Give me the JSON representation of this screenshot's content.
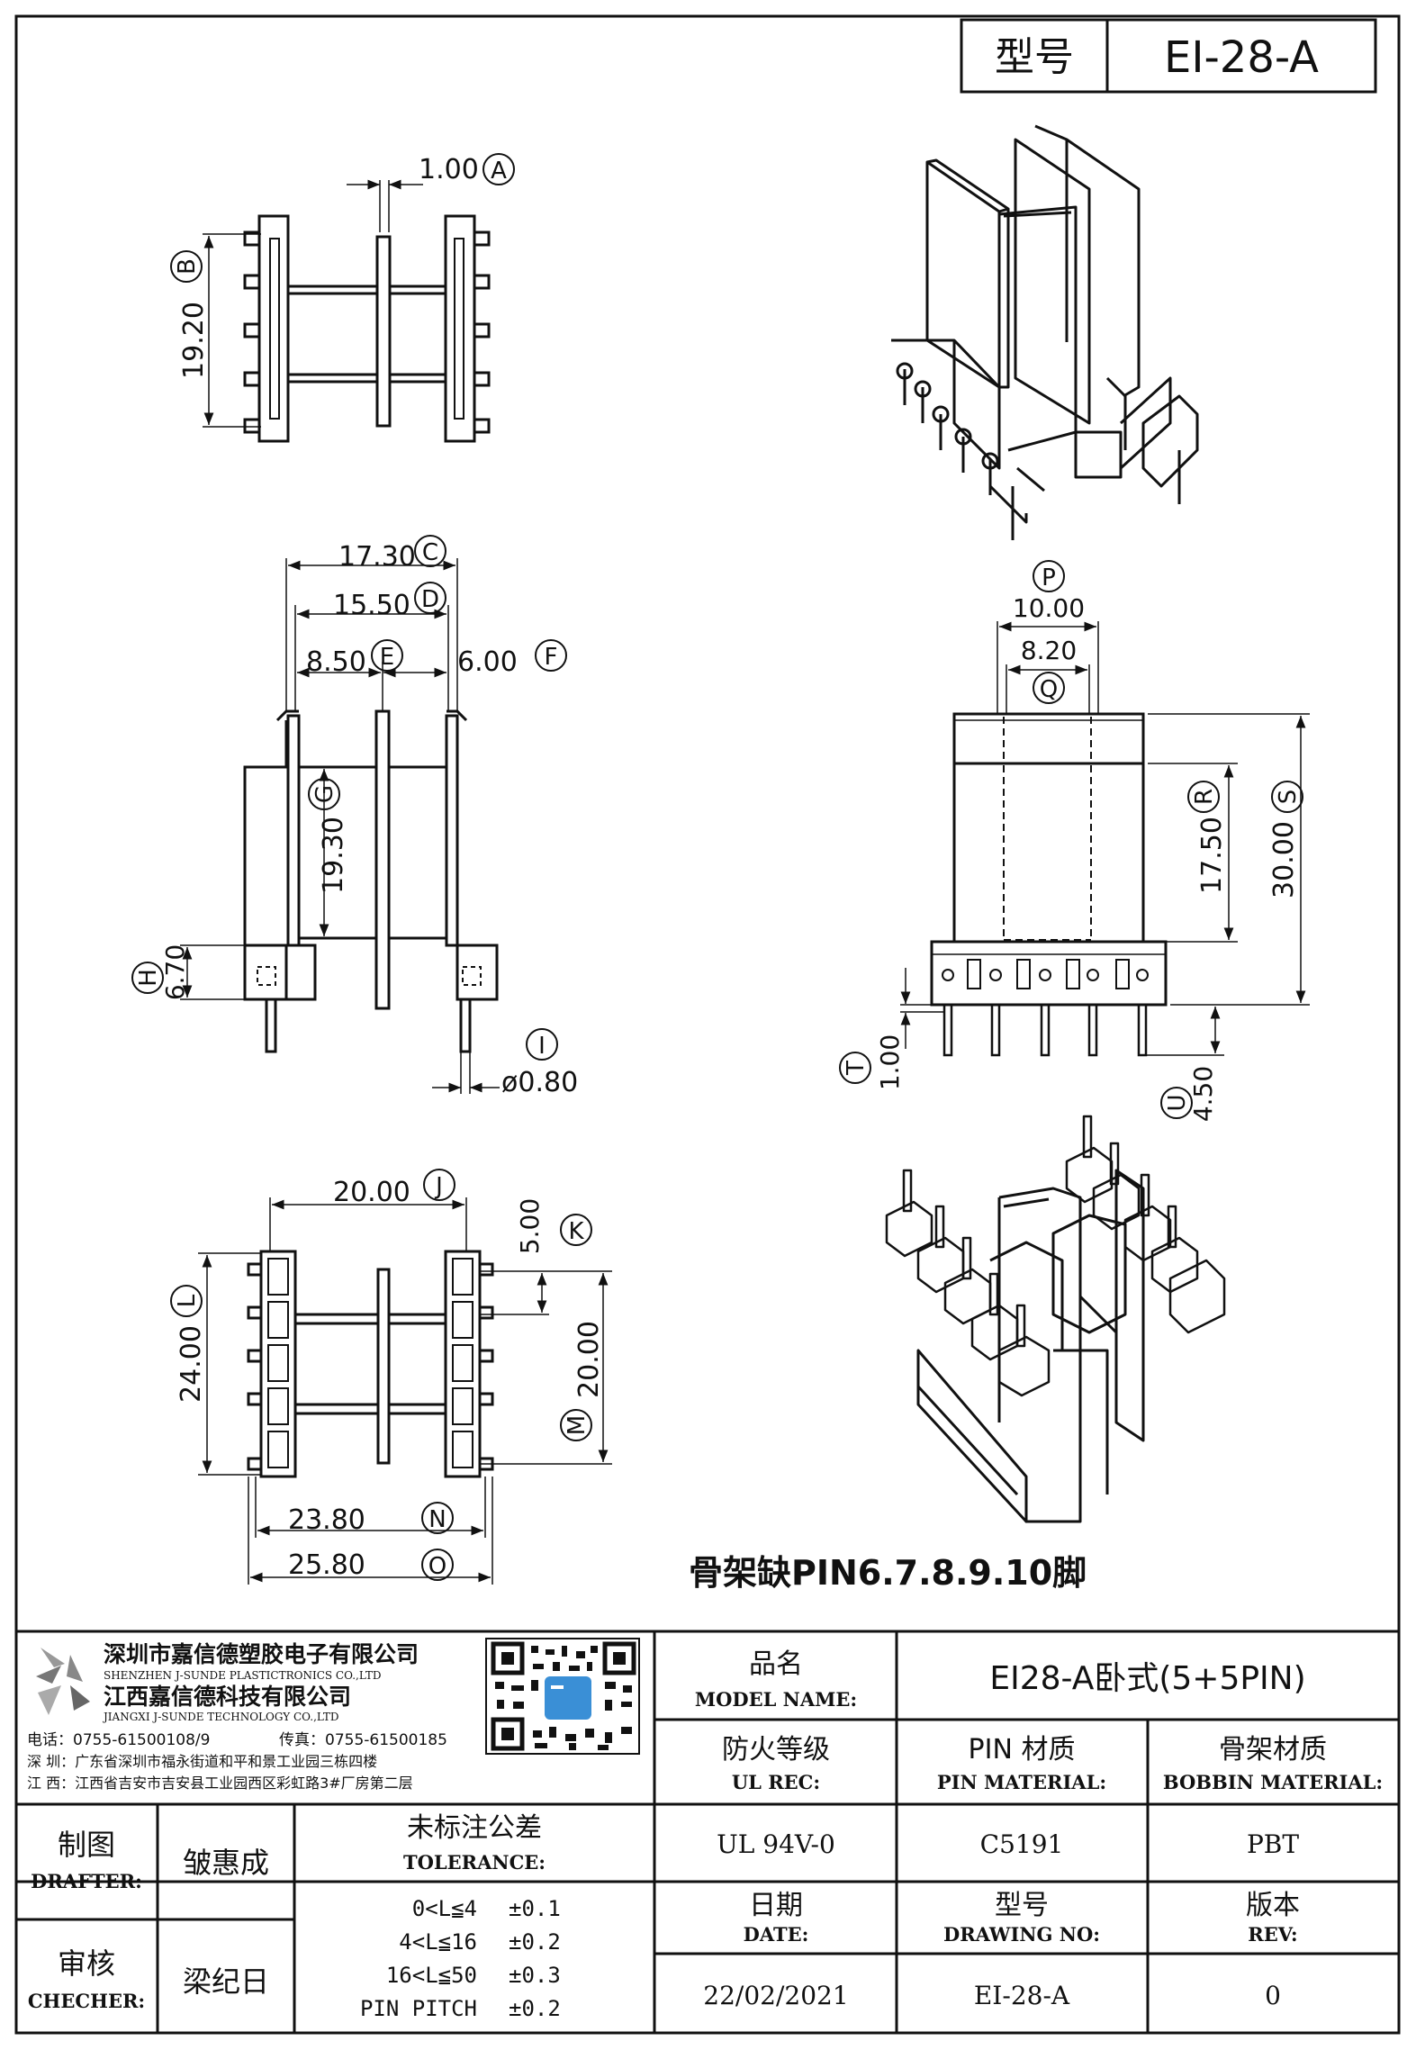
{
  "header": {
    "model_label": "型号",
    "model_value": "EI-28-A"
  },
  "dimensions": {
    "A": {
      "letter": "A",
      "value": "1.00"
    },
    "B": {
      "letter": "B",
      "value": "19.20"
    },
    "C": {
      "letter": "C",
      "value": "17.30"
    },
    "D": {
      "letter": "D",
      "value": "15.50"
    },
    "E": {
      "letter": "E",
      "value": "8.50"
    },
    "F": {
      "letter": "F",
      "value": "6.00"
    },
    "G": {
      "letter": "G",
      "value": "19.30"
    },
    "H": {
      "letter": "H",
      "value": "6.70"
    },
    "I": {
      "letter": "I",
      "value": "ø0.80"
    },
    "J": {
      "letter": "J",
      "value": "20.00"
    },
    "K": {
      "letter": "K",
      "value": "5.00"
    },
    "L": {
      "letter": "L",
      "value": "24.00"
    },
    "M": {
      "letter": "M",
      "value": "20.00"
    },
    "N": {
      "letter": "N",
      "value": "23.80"
    },
    "O": {
      "letter": "O",
      "value": "25.80"
    },
    "P": {
      "letter": "P",
      "value": "10.00"
    },
    "Q": {
      "letter": "Q",
      "value": "8.20"
    },
    "R": {
      "letter": "R",
      "value": "17.50"
    },
    "S": {
      "letter": "S",
      "value": "30.00"
    },
    "T": {
      "letter": "T",
      "value": "1.00"
    },
    "U": {
      "letter": "U",
      "value": "4.50"
    }
  },
  "note": "骨架缺PIN6.7.8.9.10脚",
  "company": {
    "name_sz": "深圳市嘉信德塑胶电子有限公司",
    "name_sz_en": "SHENZHEN J-SUNDE PLASTICTRONICS CO.,LTD",
    "name_jx": "江西嘉信德科技有限公司",
    "name_jx_en": "JIANGXI J-SUNDE TECHNOLOGY CO.,LTD",
    "phone": "电话：0755-61500108/9",
    "fax": "传真：0755-61500185",
    "addr_sz": "深 圳：广东省深圳市福永街道和平和景工业园三栋四楼",
    "addr_jx": "江 西：江西省吉安市吉安县工业园西区彩虹路3#厂房第二层"
  },
  "title_block": {
    "model_name_cn": "品名",
    "model_name_en": "MODEL NAME:",
    "model_name_value": "EI28-A卧式(5+5PIN)",
    "ul_cn": "防火等级",
    "ul_en": "UL REC:",
    "ul_value": "UL 94V-0",
    "pin_cn": "PIN 材质",
    "pin_en": "PIN MATERIAL:",
    "pin_value": "C5191",
    "bobbin_cn": "骨架材质",
    "bobbin_en": "BOBBIN MATERIAL:",
    "bobbin_value": "PBT",
    "drafter_cn": "制图",
    "drafter_en": "DRAFTER:",
    "drafter_value": "皱惠成",
    "checker_cn": "审核",
    "checker_en": "CHECHER:",
    "checker_value": "梁纪日",
    "tol_cn": "未标注公差",
    "tol_en": "TOLERANCE:",
    "tol_rows": [
      {
        "range": "0<L≦4",
        "value": "±0.1"
      },
      {
        "range": "4<L≦16",
        "value": "±0.2"
      },
      {
        "range": "16<L≦50",
        "value": "±0.3"
      },
      {
        "range": "PIN PITCH",
        "value": "±0.2"
      }
    ],
    "date_cn": "日期",
    "date_en": "DATE:",
    "date_value": "22/02/2021",
    "drawing_cn": "型号",
    "drawing_en": "DRAWING NO:",
    "drawing_value": "EI-28-A",
    "rev_cn": "版本",
    "rev_en": "REV:",
    "rev_value": "0"
  }
}
